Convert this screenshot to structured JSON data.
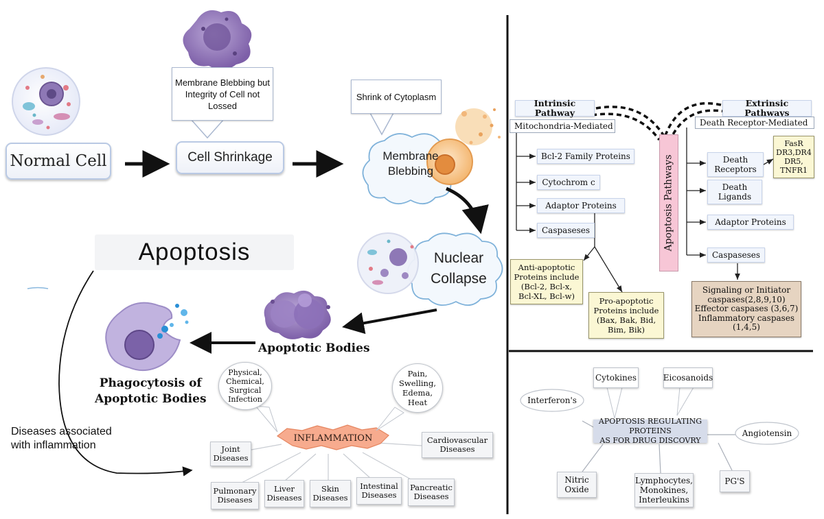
{
  "stages": {
    "normal_cell": "Normal Cell",
    "cell_shrinkage": "Cell Shrinkage",
    "membrane_blebbing": [
      "Membrane",
      "Blebbing"
    ],
    "nuclear_collapse": [
      "Nuclear",
      "Collapse"
    ],
    "apoptotic_bodies": "Apoptotic Bodies",
    "phagocytosis": [
      "Phagocytosis of",
      "Apoptotic Bodies"
    ]
  },
  "callouts": {
    "blebbing_note": [
      "Membrane Blebbing but",
      "Integrity of Cell not Lossed"
    ],
    "shrink_note": "Shrink of Cytoplasm"
  },
  "title": "Apoptosis",
  "diseases_label": [
    "Diseases associated",
    "with inflammation"
  ],
  "inflammation": {
    "center": "INFLAMMATION",
    "causes": [
      "Physical,",
      "Chemical,",
      "Surgical",
      "Infection"
    ],
    "symptoms": [
      "Pain,",
      "Swelling,",
      "Edema,",
      "Heat"
    ],
    "diseases": {
      "joint": [
        "Joint",
        "Diseases"
      ],
      "cardiovascular": [
        "Cardiovascular",
        "Diseases"
      ],
      "pulmonary": [
        "Pulmonary",
        "Diseases"
      ],
      "liver": [
        "Liver",
        "Diseases"
      ],
      "skin": [
        "Skin",
        "Diseases"
      ],
      "intestinal": [
        "Intestinal",
        "Diseases"
      ],
      "pancreatic": [
        "Pancreatic",
        "Diseases"
      ]
    }
  },
  "pathways": {
    "center": "Apoptosis Pathways",
    "intrinsic": {
      "title": "Intrinsic Pathway",
      "subtitle": "Mitochondria-Mediated",
      "items": [
        "Bcl-2 Family Proteins",
        "Cytochrom c",
        "Adaptor Proteins",
        "Caspaseses"
      ],
      "anti_apoptotic": [
        "Anti-apoptotic",
        "Proteins include",
        "(Bcl-2, Bcl-x,",
        "Bcl-XL, Bcl-w)"
      ],
      "pro_apoptotic": [
        "Pro-apoptotic",
        "Proteins include",
        "(Bax, Bak, Bid,",
        "Bim, Bik)"
      ]
    },
    "extrinsic": {
      "title": "Extrinsic Pathways",
      "subtitle": "Death Receptor-Mediated",
      "death_receptors": [
        "Death",
        "Receptors"
      ],
      "receptor_list": [
        "FasR",
        "DR3,DR4",
        "DR5,",
        "TNFR1"
      ],
      "death_ligands": [
        "Death",
        "Ligands"
      ],
      "adaptor": "Adaptor Proteins",
      "caspases": "Caspaseses",
      "caspase_types": [
        "Signaling or Initiator",
        "caspases(2,8,9,10)",
        "Effector caspases (3,6,7)",
        "Inflammatory caspases",
        "(1,4,5)"
      ]
    }
  },
  "drug_discovery": {
    "center": [
      "APOPTOSIS REGULATING PROTEINS",
      "AS FOR DRUG DISCOVRY"
    ],
    "cytokines": "Cytokines",
    "eicosanoids": "Eicosanoids",
    "interferons": "Interferon's",
    "angiotensin": "Angiotensin",
    "nitric_oxide": [
      "Nitric",
      "Oxide"
    ],
    "lymphocytes": [
      "Lymphocytes,",
      "Monokines,",
      "Interleukins"
    ],
    "pgs": "PG'S"
  }
}
